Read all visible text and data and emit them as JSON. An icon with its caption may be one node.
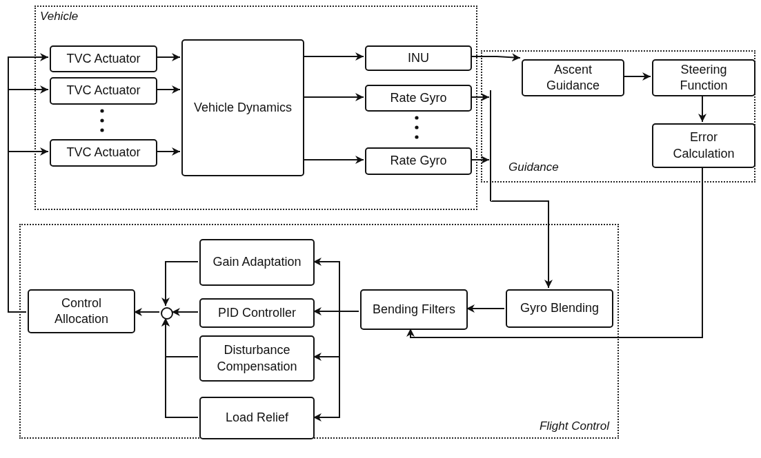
{
  "diagram": {
    "nodes": [
      {
        "text": [
          "Vehicle"
        ]
      },
      {
        "text": [
          "TVC Actuator"
        ],
        "in": 0
      },
      {
        "text": [
          "TVC Actuator"
        ],
        "in": 0
      },
      {
        "text": [
          "TVC Actuator"
        ],
        "in": 0
      },
      {
        "text": [
          "Vehicle Dynamics"
        ],
        "in": 0
      },
      {
        "text": [
          "INU"
        ],
        "in": 0
      },
      {
        "text": [
          "Rate Gyro"
        ],
        "in": 0
      },
      {
        "text": [
          "Rate Gyro"
        ],
        "in": 0
      },
      {
        "text": [
          "Guidance"
        ]
      },
      {
        "text": [
          "Ascent Guidance"
        ],
        "in": 8
      },
      {
        "text": [
          "Steering Function"
        ],
        "in": 8
      },
      {
        "text": [
          "Error Calculation"
        ],
        "in": 8
      },
      {
        "text": [
          "Flight Control"
        ]
      },
      {
        "text": [
          "Control Allocation"
        ],
        "in": 12
      },
      {
        "text": [],
        "shape": "circle",
        "in": 12
      },
      {
        "text": [
          "Gain Adaptation"
        ],
        "in": 12
      },
      {
        "text": [
          "PID Controller"
        ],
        "in": 12
      },
      {
        "text": [
          "Disturbance Compensation"
        ],
        "in": 12
      },
      {
        "text": [
          "Load Relief"
        ],
        "in": 12
      },
      {
        "text": [
          "Bending Filters"
        ],
        "in": 12
      },
      {
        "text": [
          "Gyro Blending"
        ],
        "in": 12
      },
      {
        "text": [],
        "shape": "bar"
      }
    ],
    "edges": [
      {
        "from": 1,
        "to": 4,
        "arrow": "to"
      },
      {
        "from": 2,
        "to": 4,
        "arrow": "to"
      },
      {
        "from": 3,
        "to": 4,
        "arrow": "to"
      },
      {
        "from": 4,
        "to": 5,
        "arrow": "to"
      },
      {
        "from": 4,
        "to": 6,
        "arrow": "to"
      },
      {
        "from": 4,
        "to": 7,
        "arrow": "to"
      },
      {
        "from": 6,
        "to": 21,
        "arrow": "to"
      },
      {
        "from": 7,
        "to": 21,
        "arrow": "to"
      },
      {
        "from": 21,
        "to": 20,
        "arrow": "to"
      },
      {
        "from": 5,
        "to": 9,
        "arrow": "to"
      },
      {
        "from": 9,
        "to": 10,
        "arrow": "to"
      },
      {
        "from": 10,
        "to": 11,
        "arrow": "to"
      },
      {
        "from": 11,
        "to": 19,
        "arrow": "to"
      },
      {
        "from": 20,
        "to": 19,
        "arrow": "to"
      },
      {
        "from": 19,
        "to": 16,
        "arrow": "to"
      },
      {
        "from": 19,
        "to": 15,
        "arrow": "to"
      },
      {
        "from": 19,
        "to": 17,
        "arrow": "to"
      },
      {
        "from": 19,
        "to": 18,
        "arrow": "to"
      },
      {
        "from": 15,
        "to": 14,
        "arrow": "to"
      },
      {
        "from": 16,
        "to": 14,
        "arrow": "to"
      },
      {
        "from": 17,
        "to": 14,
        "arrow": "to"
      },
      {
        "from": 18,
        "to": 14,
        "arrow": "to"
      },
      {
        "from": 14,
        "to": 13,
        "arrow": "to"
      },
      {
        "from": 13,
        "to": 1,
        "arrow": "to"
      },
      {
        "from": 13,
        "to": 2,
        "arrow": "to"
      },
      {
        "from": 13,
        "to": 3,
        "arrow": "to"
      }
    ]
  }
}
